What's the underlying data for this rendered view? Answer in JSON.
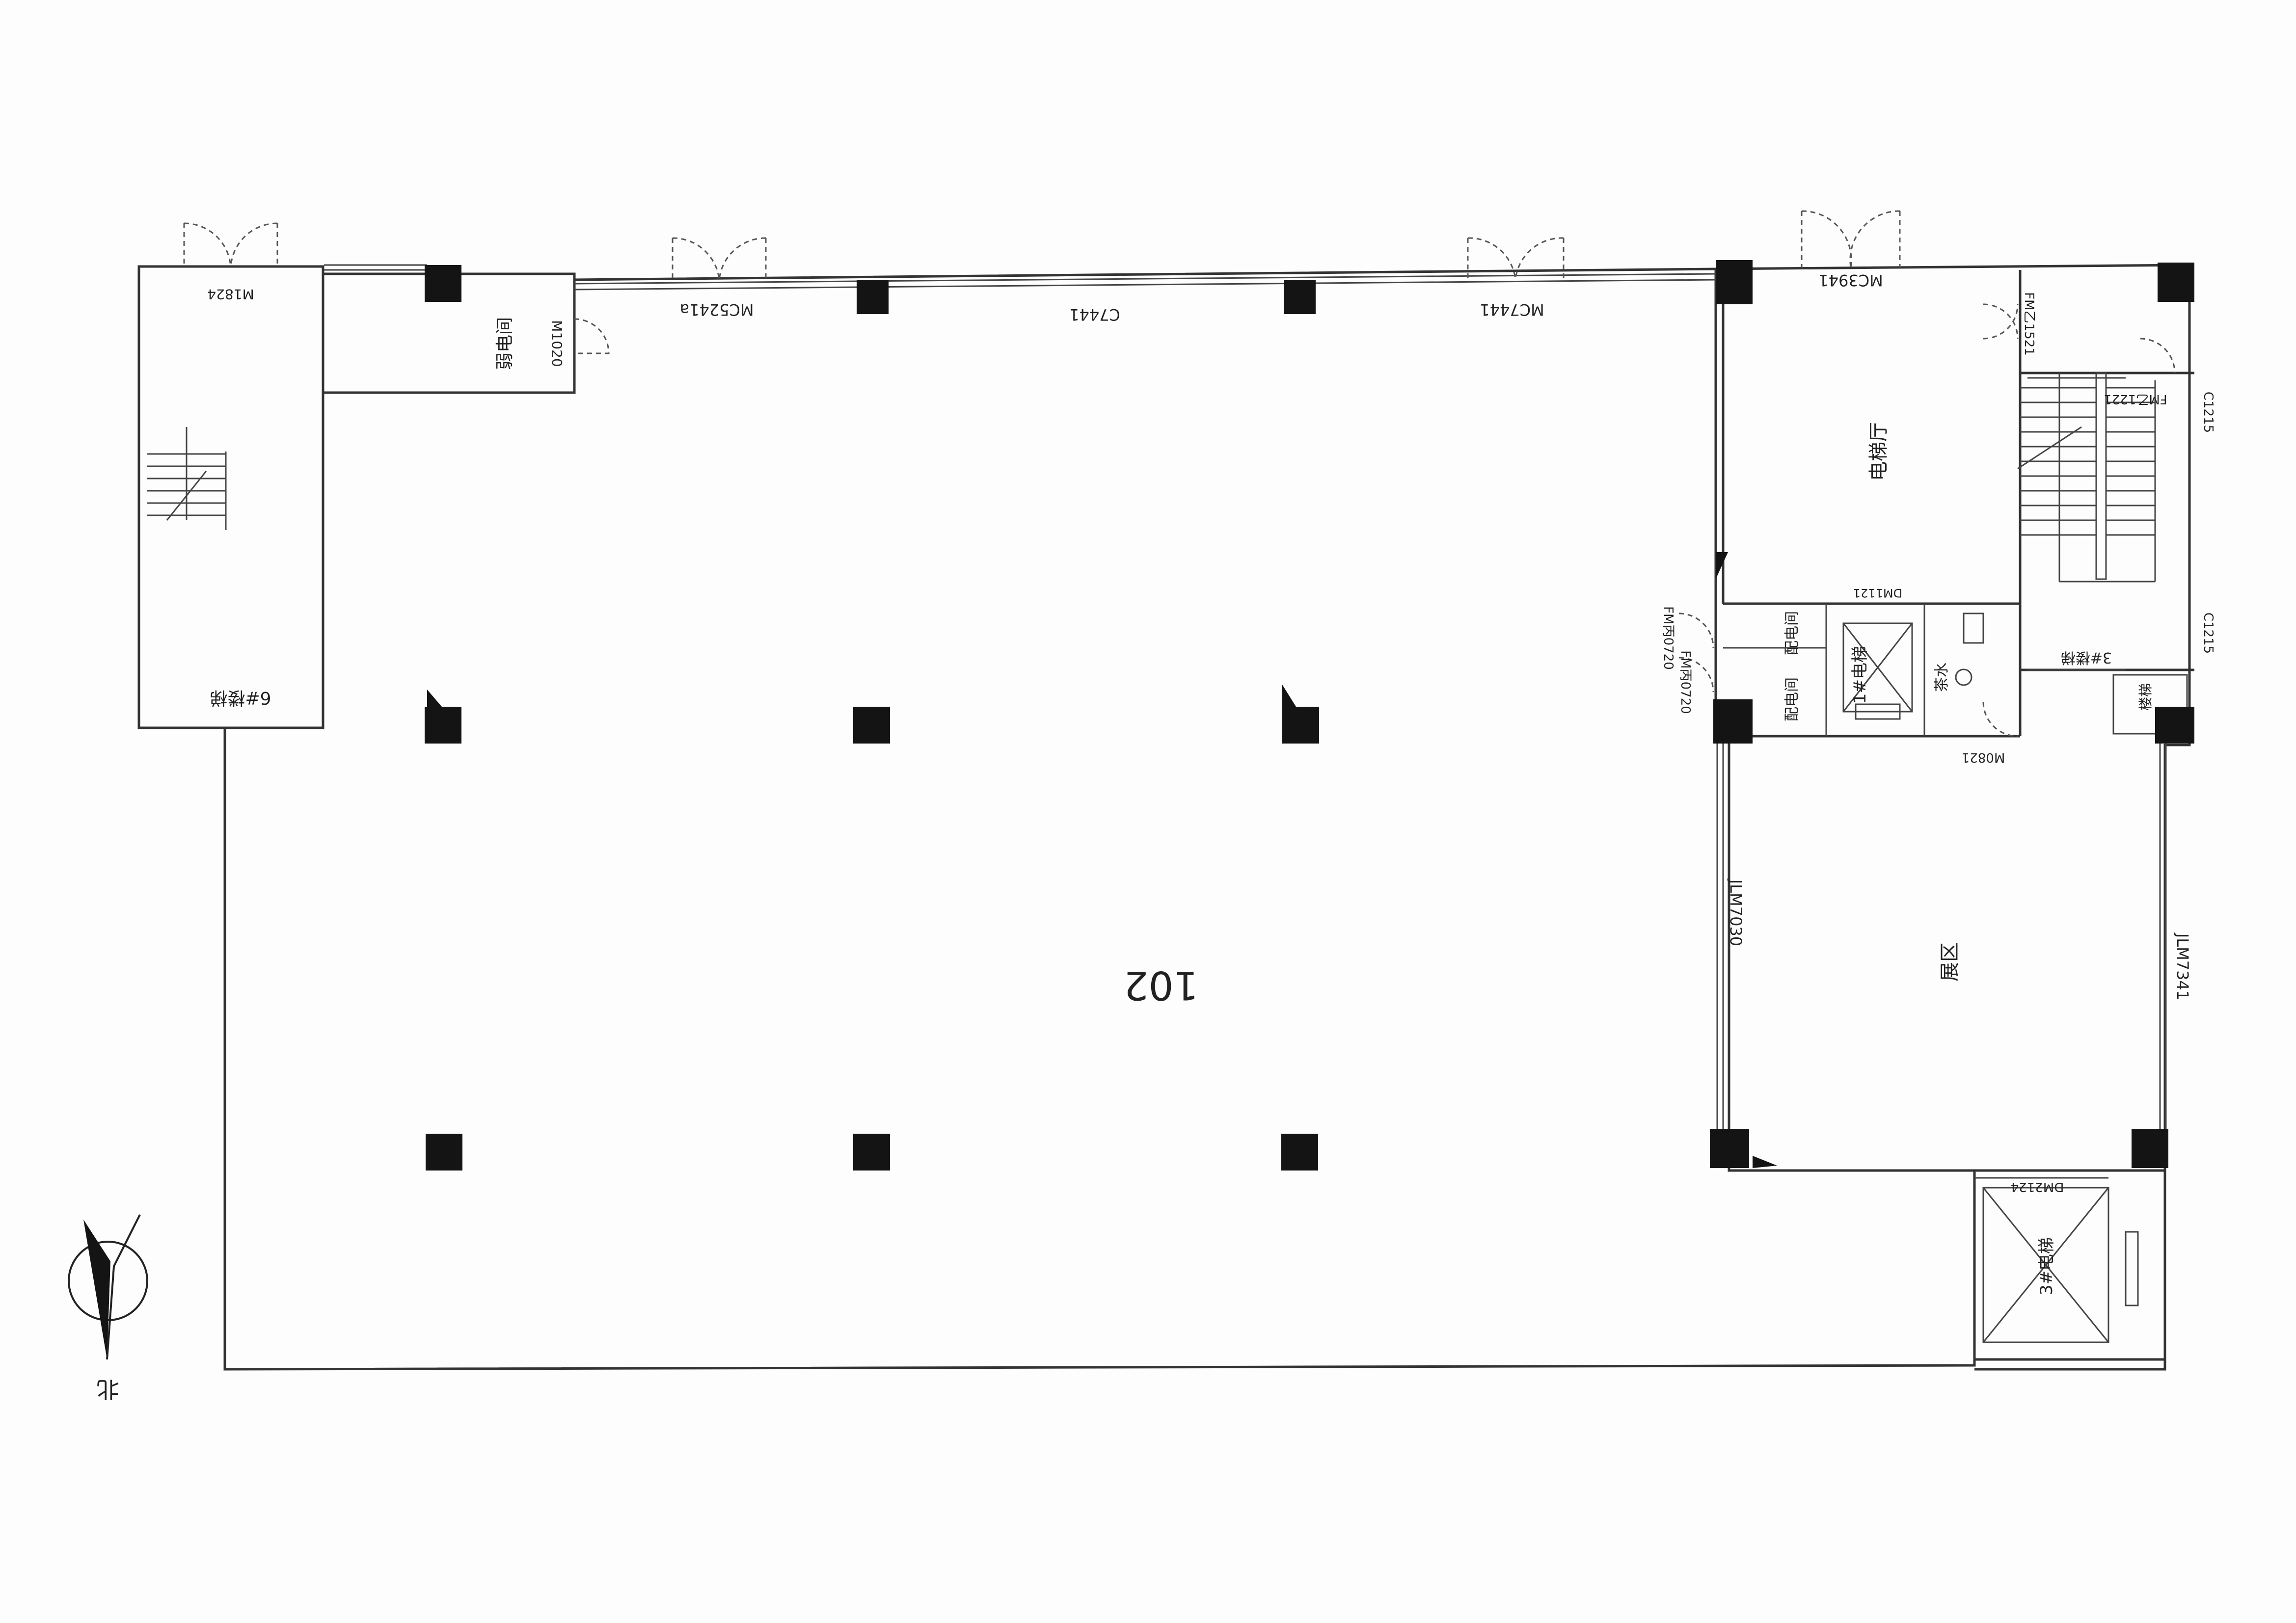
{
  "plan": {
    "room_number": "102",
    "north_label": "北",
    "labels": {
      "stair_6": "6#楼梯",
      "weak_room": "弱电间",
      "main_hall": "电梯厅",
      "stair_3": "3#楼梯",
      "elevator_1": "1#电梯",
      "elec_1": "配电间",
      "elec_2": "配电间",
      "tea": "茶水",
      "office": "展区",
      "elevator_3": "3#电梯",
      "stair_small": "楼梯"
    },
    "door_codes": [
      "M1824",
      "M1020",
      "MC5241a",
      "C7441",
      "MC7441",
      "MC3941",
      "FM乙1521",
      "FM乙1221",
      "C1215",
      "C1215",
      "DM1121",
      "FM丙0720",
      "FM丙0720",
      "M0821",
      "JLM7030",
      "JLM7341",
      "DM2124"
    ]
  }
}
